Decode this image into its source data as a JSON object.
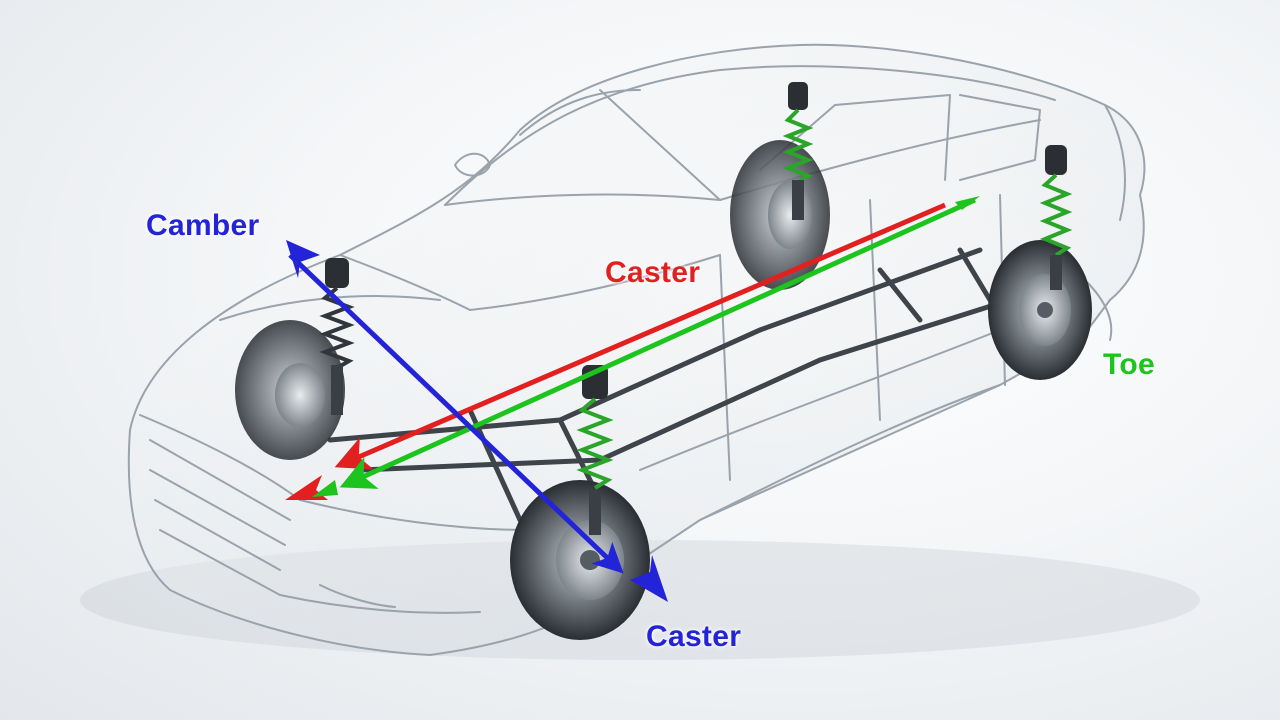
{
  "labels": {
    "camber": "Camber",
    "caster_red": "Caster",
    "toe": "Toe",
    "caster_blue": "Caster"
  },
  "colors": {
    "camber": "#2323d8",
    "caster_red": "#e32020",
    "toe": "#1dc41d",
    "caster_blue": "#2323d8",
    "spring": "#2aa52a",
    "car_outline": "#9aa3ab"
  },
  "icons": {
    "car": "transparent-car-body-icon",
    "front_left_wheel": "wheel-icon",
    "front_right_wheel": "wheel-icon",
    "rear_left_wheel": "wheel-icon",
    "rear_right_wheel": "wheel-icon",
    "front_left_strut": "coil-spring-strut-icon",
    "front_right_strut": "coil-spring-strut-icon",
    "rear_left_strut": "coil-spring-strut-icon",
    "rear_right_strut": "coil-spring-strut-icon"
  }
}
